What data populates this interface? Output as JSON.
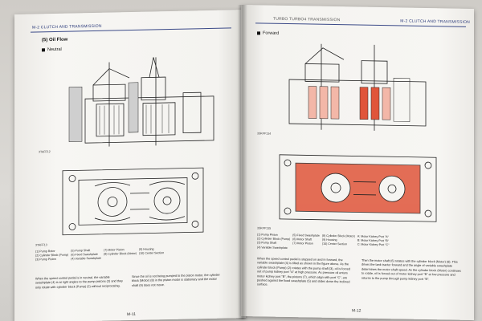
{
  "left_page": {
    "header": "M-2 CLUTCH AND TRANSMISSION",
    "section_title": "(5) Oil Flow",
    "subsection": "Neutral",
    "figure1_label": "3TAFF12",
    "figure2_label": "3TAFF13",
    "legend": [
      [
        "(1) Pump Rotor",
        "(5) Pump Shaft",
        "(7) Motor Piston",
        "(9) Housing"
      ],
      [
        "(2) Cylinder Block (Pump)",
        "(6) Fixed Swashplate",
        "(8) Cylinder Block (Motor)",
        "(10) Center Section"
      ],
      [
        "(3) Pump Piston",
        "(4) Variable Swashplate",
        "",
        ""
      ]
    ],
    "body_col1": "When the speed control pedal is in neutral, the variable swashplate (4) is at right angles to the pump pistons (3) and they only rotate with cylinder block (Pump) (2) without reciprocating.",
    "body_col2": "Since the oil is not being pumped to the piston motor, the cylinder block (Motor) (8) in the piston motor is stationary and the motor shaft (9) does not move.",
    "page_number": "M-11"
  },
  "right_page": {
    "header": "M-2 CLUTCH AND TRANSMISSION",
    "subheader": "TURBO TURBO4 TRANSMISSION",
    "subsection": "Forward",
    "figure1_label": "3SKFF134",
    "figure2_label": "3SKFF135",
    "legend": [
      [
        "(1) Pump Piston",
        "(5) Fixed Swashplate",
        "(8) Cylinder Block (Motor)",
        "A: Motor Kidney Port \"A\""
      ],
      [
        "(2) Cylinder Block (Pump)",
        "(6) Motor Shaft",
        "(9) Housing",
        "B: Motor Kidney Port \"B\""
      ],
      [
        "(3) Pump Shaft",
        "(7) Motor Piston",
        "(10) Center Section",
        "C: Motor Kidney Port \"C\""
      ],
      [
        "(4) Variable Swashplate",
        "",
        "",
        ""
      ]
    ],
    "body_col1": "When the speed control pedal is stepped on and in forward, the variable swashplate (4) is tilted as shown in the figure above. As the cylinder block (Pump) (2) rotates with the pump shaft (3), oil is forced out of pump kidney port \"A\" at high pressure. As pressure oil enters motor kidney port \"B\", the pistons (7), which align with port \"C\", are pushed against the fixed swashplate (5) and slides down the inclined surface.",
    "body_col2": "Then the motor shaft (6) rotates with the cylinder block (Motor) (8). This drives the tank tractor forward and the angle of variable swashplate determines the motor shaft speed. As the cylinder block (Motor) continues to rotate, oil is forced out of motor kidney port \"B\" at low pressure and returns to the pump through pump kidney port \"B\".",
    "page_number": "M-12"
  },
  "colors": {
    "paper": "#f6f5f2",
    "header_blue": "#2a3a7a",
    "highlight_red": "#e0553a",
    "highlight_pink": "#f3b7a8",
    "diagram_line": "#222222"
  }
}
